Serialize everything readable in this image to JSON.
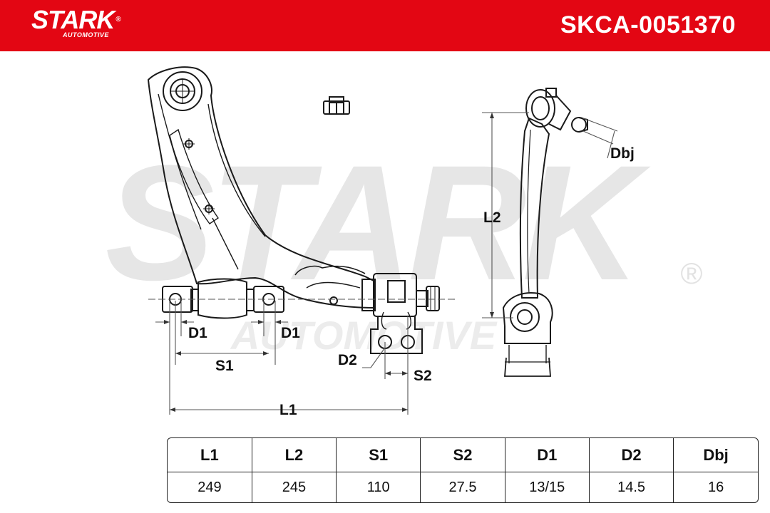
{
  "header": {
    "brand": "STARK",
    "brand_mark": "®",
    "brand_sub": "AUTOMOTIVE",
    "part_number": "SKCA-0051370"
  },
  "watermark": {
    "text": "STARK",
    "sub": "AUTOMOTIVE",
    "mark": "®"
  },
  "drawing_labels": {
    "d1_left": "D1",
    "d1_right": "D1",
    "s1": "S1",
    "l1": "L1",
    "d2": "D2",
    "s2": "S2",
    "l2": "L2",
    "dbj": "Dbj"
  },
  "spec_table": {
    "headers": [
      "L1",
      "L2",
      "S1",
      "S2",
      "D1",
      "D2",
      "Dbj"
    ],
    "values": [
      "249",
      "245",
      "110",
      "27.5",
      "13/15",
      "14.5",
      "16"
    ]
  },
  "colors": {
    "brand_red": "#e30613",
    "line": "#1a1a1a",
    "watermark": "#e6e6e6"
  }
}
